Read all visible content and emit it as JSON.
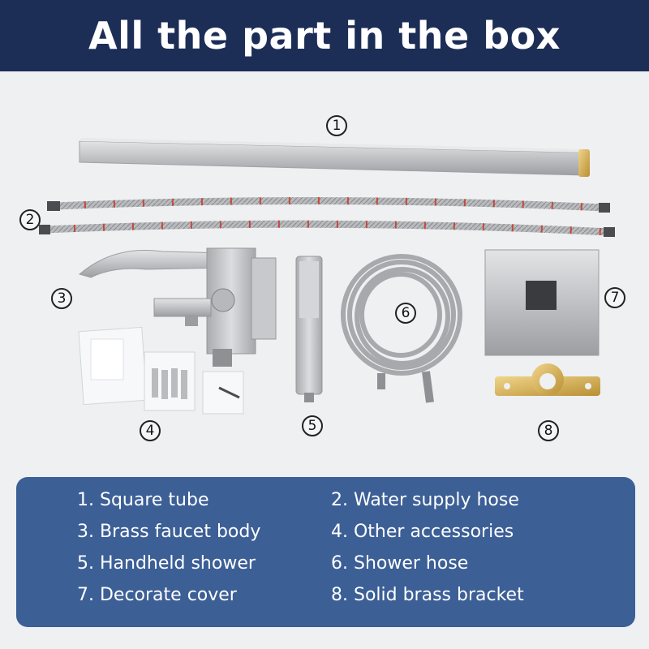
{
  "header": {
    "title": "All the part in the box"
  },
  "badges": [
    "1",
    "2",
    "3",
    "4",
    "5",
    "6",
    "7",
    "8"
  ],
  "legend": {
    "items": [
      "1. Square tube",
      "2. Water supply hose",
      "3. Brass faucet body",
      "4. Other accessories",
      "5. Handheld shower",
      "6. Shower hose",
      "7. Decorate cover",
      "8. Solid brass bracket"
    ]
  },
  "colors": {
    "header_bg": "#1c2d56",
    "legend_bg": "#3c5f96",
    "text_on_dark": "#ffffff",
    "steel": "#c9cbcd",
    "brass": "#d8b35a"
  }
}
